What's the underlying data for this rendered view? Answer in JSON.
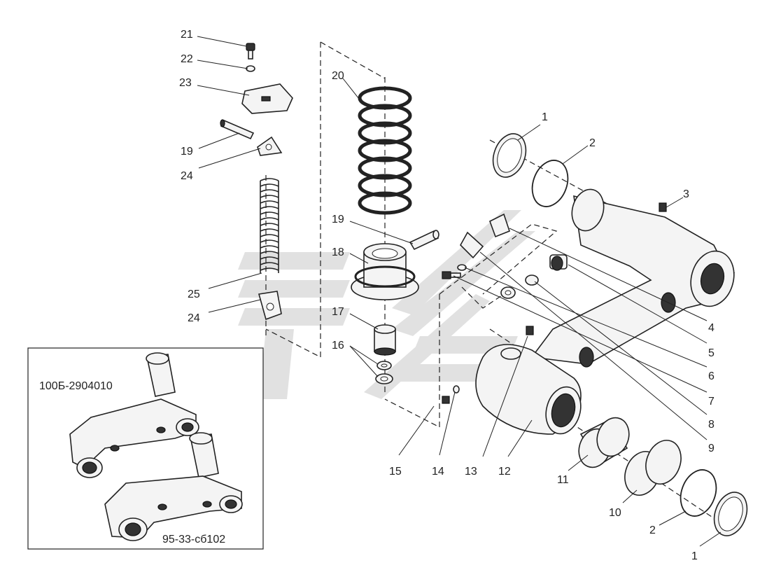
{
  "inset": {
    "assembly_code": "100Б-2904010",
    "drawing_code": "95-33-сб102"
  },
  "callouts": {
    "c1_top": "1",
    "c2_top": "2",
    "c3": "3",
    "c4": "4",
    "c5": "5",
    "c6": "6",
    "c7": "7",
    "c8": "8",
    "c9": "9",
    "c10": "10",
    "c11": "11",
    "c12": "12",
    "c13": "13",
    "c14": "14",
    "c15": "15",
    "c16": "16",
    "c17": "17",
    "c18": "18",
    "c19_left": "19",
    "c19_mid": "19",
    "c20": "20",
    "c21": "21",
    "c22": "22",
    "c23": "23",
    "c24_top": "24",
    "c24_bottom": "24",
    "c25": "25",
    "c2_bottom": "2",
    "c1_bottom": "1"
  },
  "colors": {
    "line": "#222222",
    "watermark": "#d9d9d9"
  }
}
